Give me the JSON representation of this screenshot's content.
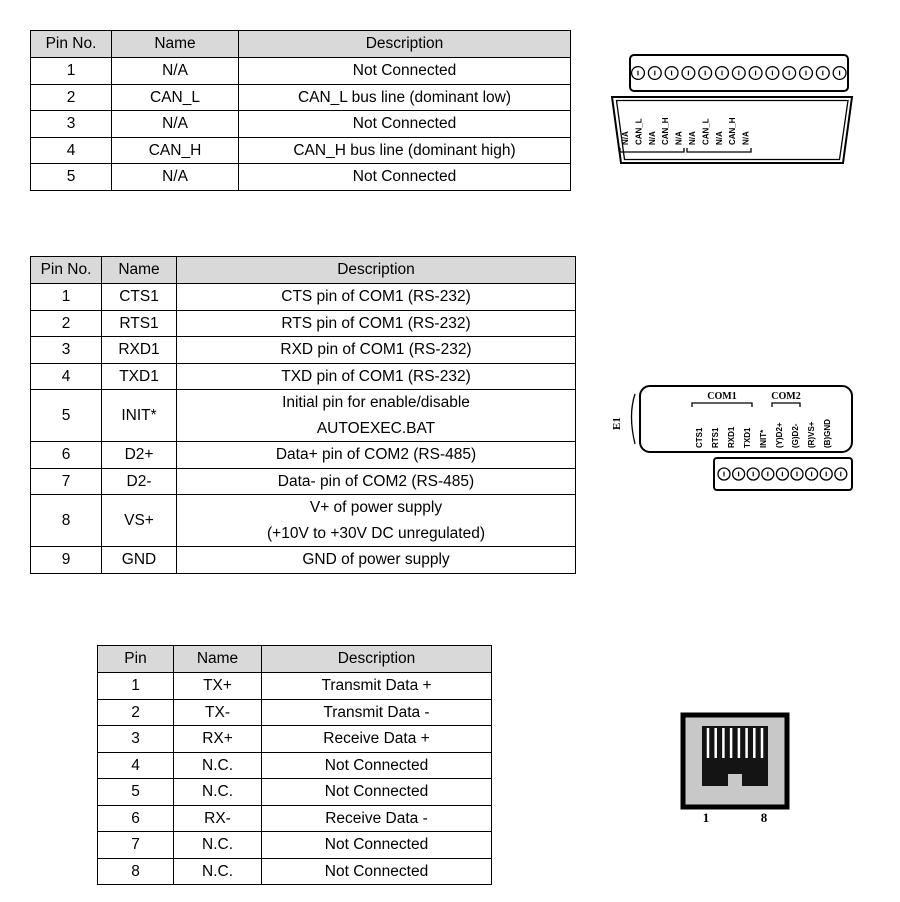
{
  "page": {
    "background": "#ffffff",
    "header_fill": "#d9d9d9",
    "border_color": "#000000"
  },
  "tables": [
    {
      "name": "can-pinout",
      "headers": [
        "Pin No.",
        "Name",
        "Description"
      ],
      "rows": [
        [
          "1",
          "N/A",
          "Not Connected"
        ],
        [
          "2",
          "CAN_L",
          "CAN_L bus line (dominant low)"
        ],
        [
          "3",
          "N/A",
          "Not Connected"
        ],
        [
          "4",
          "CAN_H",
          "CAN_H bus line (dominant high)"
        ],
        [
          "5",
          "N/A",
          "Not Connected"
        ]
      ]
    },
    {
      "name": "com-pinout",
      "headers": [
        "Pin No.",
        "Name",
        "Description"
      ],
      "rows": [
        [
          "1",
          "CTS1",
          "CTS pin of COM1 (RS-232)"
        ],
        [
          "2",
          "RTS1",
          "RTS pin of COM1 (RS-232)"
        ],
        [
          "3",
          "RXD1",
          "RXD pin of COM1 (RS-232)"
        ],
        [
          "4",
          "TXD1",
          "TXD pin of COM1 (RS-232)"
        ],
        [
          "5",
          "INIT*",
          "Initial pin for enable/disable\nAUTOEXEC.BAT"
        ],
        [
          "6",
          "D2+",
          "Data+ pin of COM2 (RS-485)"
        ],
        [
          "7",
          "D2-",
          "Data- pin of COM2 (RS-485)"
        ],
        [
          "8",
          "VS+",
          "V+ of power supply\n(+10V to +30V DC unregulated)"
        ],
        [
          "9",
          "GND",
          "GND of power supply"
        ]
      ]
    },
    {
      "name": "ethernet-pinout",
      "headers": [
        "Pin",
        "Name",
        "Description"
      ],
      "rows": [
        [
          "1",
          "TX+",
          "Transmit Data +"
        ],
        [
          "2",
          "TX-",
          "Transmit Data -"
        ],
        [
          "3",
          "RX+",
          "Receive Data +"
        ],
        [
          "4",
          "N.C.",
          "Not Connected"
        ],
        [
          "5",
          "N.C.",
          "Not Connected"
        ],
        [
          "6",
          "RX-",
          "Receive Data -"
        ],
        [
          "7",
          "N.C.",
          "Not Connected"
        ],
        [
          "8",
          "N.C.",
          "Not Connected"
        ]
      ]
    }
  ],
  "diagrams": {
    "can_connector": {
      "screw_count": 13,
      "pin_labels": [
        "N/A",
        "CAN_L",
        "N/A",
        "CAN_H",
        "N/A",
        "N/A",
        "CAN_L",
        "N/A",
        "CAN_H",
        "N/A"
      ]
    },
    "com_connector": {
      "side_label": "E1",
      "group_labels": [
        "COM1",
        "COM2"
      ],
      "pin_labels": [
        "CTS1",
        "RTS1",
        "RXD1",
        "TXD1",
        "INIT*",
        "(Y)D2+",
        "(G)D2-",
        "(R)VS+",
        "(B)GND"
      ],
      "screw_count": 9
    },
    "rj45_jack": {
      "first_pin_label": "1",
      "last_pin_label": "8"
    }
  }
}
